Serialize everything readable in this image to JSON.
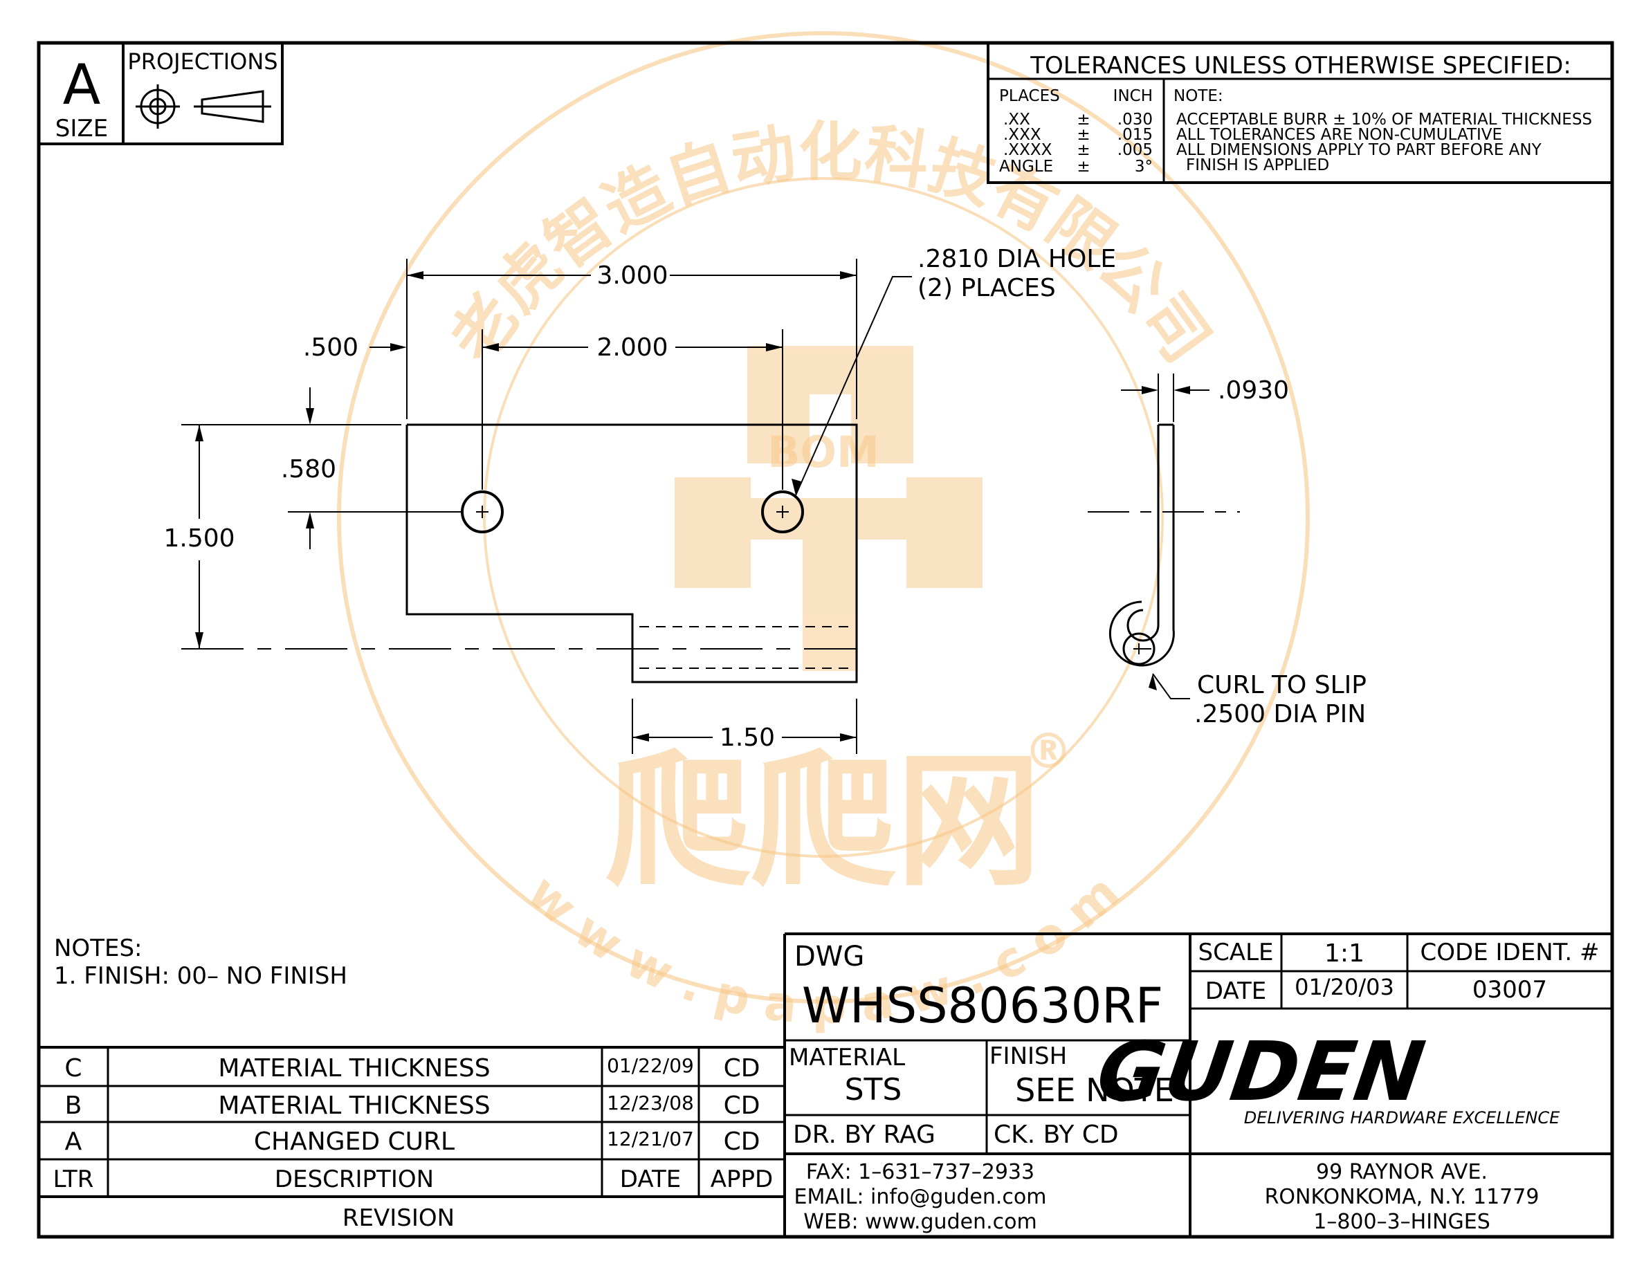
{
  "size_block": {
    "letter": "A",
    "label": "SIZE"
  },
  "projections_label": "PROJECTIONS",
  "tolerances": {
    "title": "TOLERANCES UNLESS OTHERWISE SPECIFIED:",
    "places_header": "PLACES",
    "inch_header": "INCH",
    "rows": [
      {
        "places": ".XX",
        "pm": "±",
        "value": ".030"
      },
      {
        "places": ".XXX",
        "pm": "±",
        "value": ".015"
      },
      {
        "places": ".XXXX",
        "pm": "±",
        "value": ".005"
      },
      {
        "places": "ANGLE",
        "pm": "±",
        "value": "3°"
      }
    ],
    "note_header": "NOTE:",
    "notes": [
      "ACCEPTABLE BURR ± 10% OF MATERIAL THICKNESS",
      "ALL TOLERANCES ARE NON-CUMULATIVE",
      "ALL DIMENSIONS APPLY TO PART BEFORE ANY",
      "FINISH IS APPLIED"
    ]
  },
  "dimensions": {
    "overall_width": "3.000",
    "hole_spacing": "2.000",
    "edge_to_hole": ".500",
    "hole_height": ".580",
    "overall_height": "1.500",
    "curl_length": "1.50",
    "thickness": ".0930",
    "hole_callout_1": ".2810 DIA HOLE",
    "hole_callout_2": "(2) PLACES",
    "curl_callout_1": "CURL TO SLIP",
    "curl_callout_2": ".2500 DIA PIN"
  },
  "notes": {
    "header": "NOTES:",
    "line1": "1. FINISH: 00– NO FINISH"
  },
  "revisions": {
    "rows": [
      {
        "ltr": "C",
        "description": "MATERIAL THICKNESS",
        "date": "01/22/09",
        "appd": "CD"
      },
      {
        "ltr": "B",
        "description": "MATERIAL THICKNESS",
        "date": "12/23/08",
        "appd": "CD"
      },
      {
        "ltr": "A",
        "description": "CHANGED CURL",
        "date": "12/21/07",
        "appd": "CD"
      }
    ],
    "header": {
      "ltr": "LTR",
      "description": "DESCRIPTION",
      "date": "DATE",
      "appd": "APPD"
    },
    "footer": "REVISION"
  },
  "title_block": {
    "dwg_label": "DWG",
    "dwg_number": "WHSS80630RF",
    "scale_label": "SCALE",
    "scale_value": "1:1",
    "code_label": "CODE IDENT. #",
    "date_label": "DATE",
    "date_value": "01/20/03",
    "code_value": "03007",
    "material_label": "MATERIAL",
    "material_value": "STS",
    "finish_label": "FINISH",
    "finish_value": "SEE NOTE",
    "drawn_by": "DR. BY RAG",
    "checked_by": "CK. BY  CD",
    "fax": "FAX:  1–631–737–2933",
    "email": "EMAIL:  info@guden.com",
    "web": "WEB:  www.guden.com",
    "company": "GUDEN",
    "tagline": "DELIVERING HARDWARE EXCELLENCE",
    "address1": "99 RAYNOR AVE.",
    "address2": "RONKONKOMA, N.Y. 11779",
    "phone": "1–800–3–HINGES"
  },
  "watermark": {
    "arc_text": "老虎智造自动化科技有限公司",
    "center_text": "BOM",
    "bottom_text": "爬爬网",
    "url_text": "w w w . p a p a w . c o m",
    "registered": "®"
  }
}
